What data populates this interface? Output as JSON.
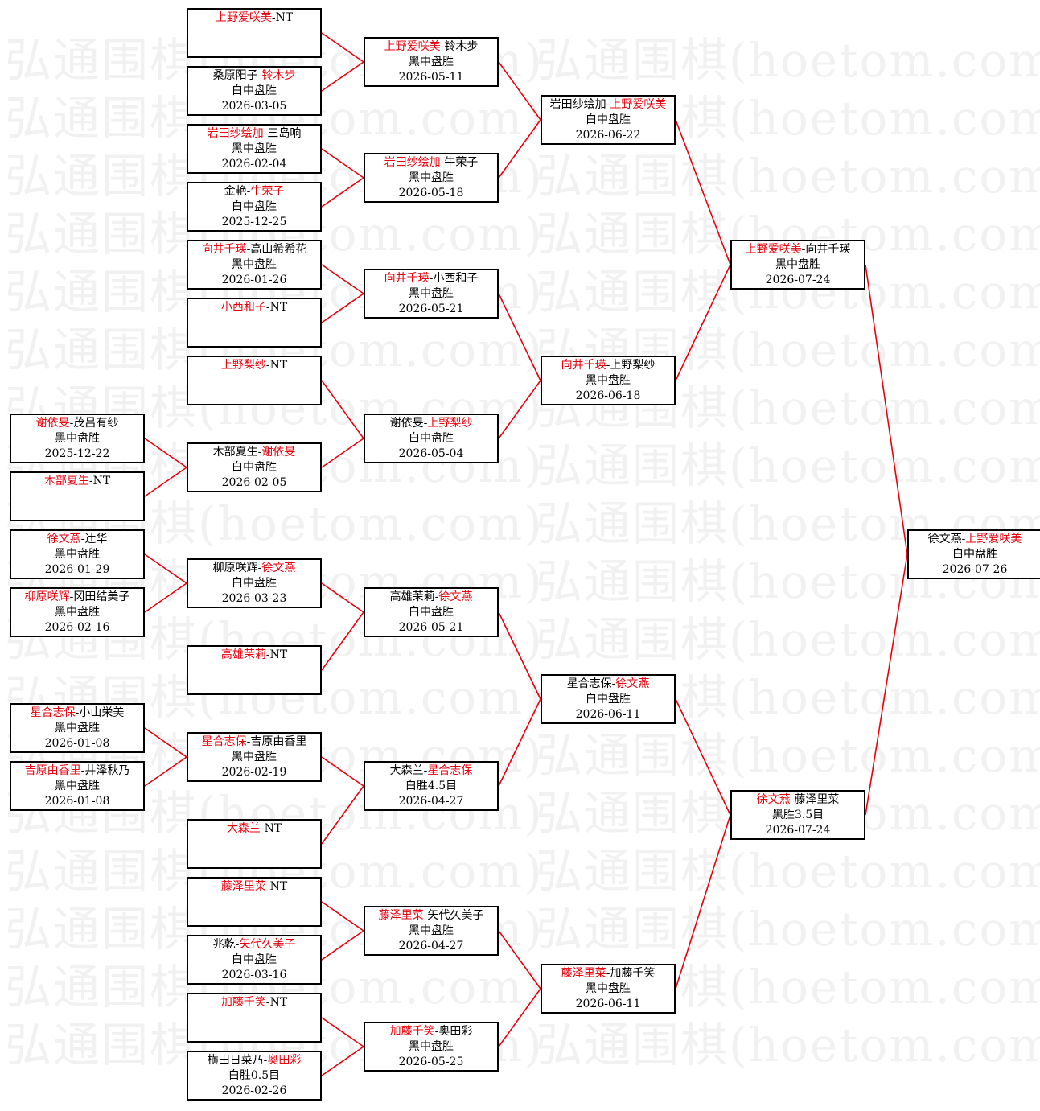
{
  "watermark": "弘通围棋(hoetom.com)",
  "colors": {
    "winner": "#e8000d",
    "connector": "#e8000d",
    "border": "#000000"
  },
  "rounds": [
    {
      "name": "prelim",
      "matches": [
        {
          "id": "p1",
          "p1": "谢依旻",
          "p2": "茂吕有纱",
          "winner": 1,
          "result": "黑中盘胜",
          "date": "2025-12-22"
        },
        {
          "id": "p2",
          "p1": "木部夏生",
          "p2": "NT",
          "winner": 1,
          "result": "",
          "date": ""
        },
        {
          "id": "p3",
          "p1": "徐文燕",
          "p2": "辻华",
          "winner": 1,
          "result": "黑中盘胜",
          "date": "2026-01-29"
        },
        {
          "id": "p4",
          "p1": "柳原咲辉",
          "p2": "冈田结美子",
          "winner": 1,
          "result": "黑中盘胜",
          "date": "2026-02-16"
        },
        {
          "id": "p5",
          "p1": "星合志保",
          "p2": "小山栄美",
          "winner": 1,
          "result": "黑中盘胜",
          "date": "2026-01-08"
        },
        {
          "id": "p6",
          "p1": "吉原由香里",
          "p2": "井泽秋乃",
          "winner": 1,
          "result": "黑中盘胜",
          "date": "2026-01-08"
        }
      ]
    },
    {
      "name": "round-1",
      "matches": [
        {
          "id": "a1",
          "p1": "上野爱咲美",
          "p2": "NT",
          "winner": 1,
          "result": "",
          "date": ""
        },
        {
          "id": "a2",
          "p1": "桑原阳子",
          "p2": "铃木步",
          "winner": 2,
          "result": "白中盘胜",
          "date": "2026-03-05"
        },
        {
          "id": "a3",
          "p1": "岩田纱绘加",
          "p2": "三岛响",
          "winner": 1,
          "result": "黑中盘胜",
          "date": "2026-02-04"
        },
        {
          "id": "a4",
          "p1": "金艳",
          "p2": "牛荣子",
          "winner": 2,
          "result": "白中盘胜",
          "date": "2025-12-25"
        },
        {
          "id": "a5",
          "p1": "向井千瑛",
          "p2": "高山希希花",
          "winner": 1,
          "result": "黑中盘胜",
          "date": "2026-01-26"
        },
        {
          "id": "a6",
          "p1": "小西和子",
          "p2": "NT",
          "winner": 1,
          "result": "",
          "date": ""
        },
        {
          "id": "a7",
          "p1": "上野梨纱",
          "p2": "NT",
          "winner": 1,
          "result": "",
          "date": ""
        },
        {
          "id": "a8",
          "p1": "木部夏生",
          "p2": "谢依旻",
          "winner": 2,
          "result": "白中盘胜",
          "date": "2026-02-05"
        },
        {
          "id": "a9",
          "p1": "柳原咲辉",
          "p2": "徐文燕",
          "winner": 2,
          "result": "白中盘胜",
          "date": "2026-03-23"
        },
        {
          "id": "a10",
          "p1": "高雄茉莉",
          "p2": "NT",
          "winner": 1,
          "result": "",
          "date": ""
        },
        {
          "id": "a11",
          "p1": "星合志保",
          "p2": "吉原由香里",
          "winner": 1,
          "result": "黑中盘胜",
          "date": "2026-02-19"
        },
        {
          "id": "a12",
          "p1": "大森兰",
          "p2": "NT",
          "winner": 1,
          "result": "",
          "date": ""
        },
        {
          "id": "a13",
          "p1": "藤泽里菜",
          "p2": "NT",
          "winner": 1,
          "result": "",
          "date": ""
        },
        {
          "id": "a14",
          "p1": "兆乾",
          "p2": "矢代久美子",
          "winner": 2,
          "result": "白中盘胜",
          "date": "2026-03-16"
        },
        {
          "id": "a15",
          "p1": "加藤千笑",
          "p2": "NT",
          "winner": 1,
          "result": "",
          "date": ""
        },
        {
          "id": "a16",
          "p1": "横田日菜乃",
          "p2": "奥田彩",
          "winner": 2,
          "result": "白胜0.5目",
          "date": "2026-02-26"
        }
      ]
    },
    {
      "name": "round-2",
      "matches": [
        {
          "id": "b1",
          "p1": "上野爱咲美",
          "p2": "铃木步",
          "winner": 1,
          "result": "黑中盘胜",
          "date": "2026-05-11"
        },
        {
          "id": "b2",
          "p1": "岩田纱绘加",
          "p2": "牛荣子",
          "winner": 1,
          "result": "黑中盘胜",
          "date": "2026-05-18"
        },
        {
          "id": "b3",
          "p1": "向井千瑛",
          "p2": "小西和子",
          "winner": 1,
          "result": "黑中盘胜",
          "date": "2026-05-21"
        },
        {
          "id": "b4",
          "p1": "谢依旻",
          "p2": "上野梨纱",
          "winner": 2,
          "result": "白中盘胜",
          "date": "2026-05-04"
        },
        {
          "id": "b5",
          "p1": "高雄茉莉",
          "p2": "徐文燕",
          "winner": 2,
          "result": "白中盘胜",
          "date": "2026-05-21"
        },
        {
          "id": "b6",
          "p1": "大森兰",
          "p2": "星合志保",
          "winner": 2,
          "result": "白胜4.5目",
          "date": "2026-04-27"
        },
        {
          "id": "b7",
          "p1": "藤泽里菜",
          "p2": "矢代久美子",
          "winner": 1,
          "result": "黑中盘胜",
          "date": "2026-04-27"
        },
        {
          "id": "b8",
          "p1": "加藤千笑",
          "p2": "奥田彩",
          "winner": 1,
          "result": "黑中盘胜",
          "date": "2026-05-25"
        }
      ]
    },
    {
      "name": "quarterfinal",
      "matches": [
        {
          "id": "c1",
          "p1": "岩田纱绘加",
          "p2": "上野爱咲美",
          "winner": 2,
          "result": "白中盘胜",
          "date": "2026-06-22"
        },
        {
          "id": "c2",
          "p1": "向井千瑛",
          "p2": "上野梨纱",
          "winner": 1,
          "result": "黑中盘胜",
          "date": "2026-06-18"
        },
        {
          "id": "c3",
          "p1": "星合志保",
          "p2": "徐文燕",
          "winner": 2,
          "result": "白中盘胜",
          "date": "2026-06-11"
        },
        {
          "id": "c4",
          "p1": "藤泽里菜",
          "p2": "加藤千笑",
          "winner": 1,
          "result": "黑中盘胜",
          "date": "2026-06-11"
        }
      ]
    },
    {
      "name": "semifinal",
      "matches": [
        {
          "id": "d1",
          "p1": "上野爱咲美",
          "p2": "向井千瑛",
          "winner": 1,
          "result": "黑中盘胜",
          "date": "2026-07-24"
        },
        {
          "id": "d2",
          "p1": "徐文燕",
          "p2": "藤泽里菜",
          "winner": 1,
          "result": "黑胜3.5目",
          "date": "2026-07-24"
        }
      ]
    },
    {
      "name": "final",
      "matches": [
        {
          "id": "f1",
          "p1": "徐文燕",
          "p2": "上野爱咲美",
          "winner": 2,
          "result": "白中盘胜",
          "date": "2026-07-26"
        }
      ]
    }
  ]
}
